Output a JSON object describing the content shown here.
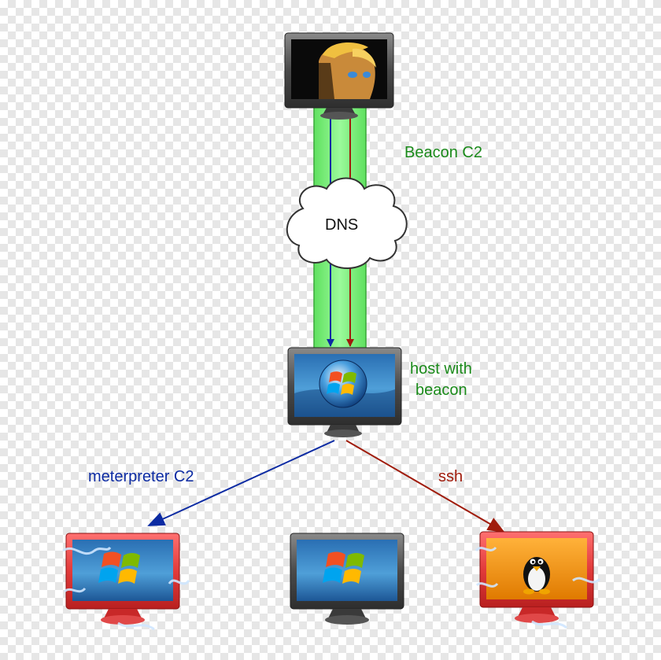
{
  "labels": {
    "beacon_c2": "Beacon C2",
    "dns": "DNS",
    "host_with_beacon": [
      "host with",
      "beacon"
    ],
    "meterpreter_c2": "meterpreter C2",
    "ssh": "ssh"
  },
  "colors": {
    "tunnel_fill": "#79f279",
    "green_text": "#1a8a1a",
    "blue_arrow": "#0c2ba3",
    "red_arrow": "#a01c0c",
    "compromised_frame": "#e23b3b",
    "linux_screen": "#f28a00"
  },
  "icons": {
    "attacker_screen": "hacker-portrait-icon",
    "windows_logo": "windows-logo-icon",
    "linux_logo": "tux-penguin-icon"
  }
}
